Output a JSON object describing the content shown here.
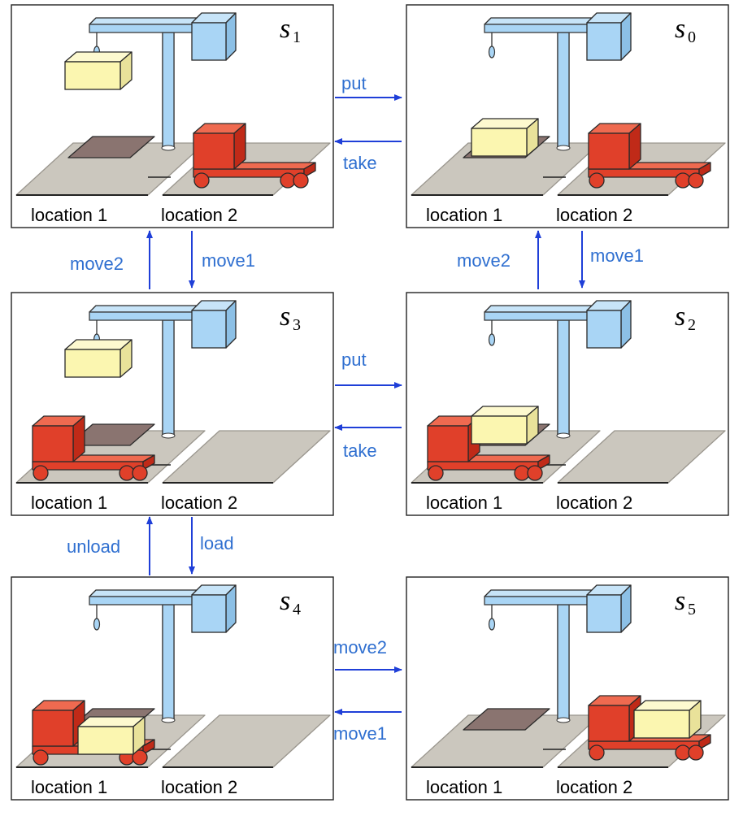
{
  "colors": {
    "crane": "#a9d5f5",
    "crane_stroke": "#3a3a3a",
    "platform": "#cbc7be",
    "pallet": "#8a7470",
    "truck": "#e0402a",
    "truck_dark": "#c02a18",
    "container": "#fbf6b0",
    "arrow": "#1f3fd8",
    "label": "#2f6fd0"
  },
  "states": [
    {
      "name": "s",
      "sub": "1",
      "loc1_label": "location 1",
      "loc2_label": "location 2",
      "container": "hook",
      "truck": "loc2"
    },
    {
      "name": "s",
      "sub": "0",
      "loc1_label": "location 1",
      "loc2_label": "location 2",
      "container": "pallet",
      "truck": "loc2"
    },
    {
      "name": "s",
      "sub": "3",
      "loc1_label": "location 1",
      "loc2_label": "location 2",
      "container": "hook",
      "truck": "loc1"
    },
    {
      "name": "s",
      "sub": "2",
      "loc1_label": "location 1",
      "loc2_label": "location 2",
      "container": "pallet",
      "truck": "loc1"
    },
    {
      "name": "s",
      "sub": "4",
      "loc1_label": "location 1",
      "loc2_label": "location 2",
      "container": "truck",
      "truck": "loc1"
    },
    {
      "name": "s",
      "sub": "5",
      "loc1_label": "location 1",
      "loc2_label": "location 2",
      "container": "truck",
      "truck": "loc2"
    }
  ],
  "actions": {
    "put_top": "put",
    "take_top": "take",
    "move2_left": "move2",
    "move1_left": "move1",
    "move2_right": "move2",
    "move1_right": "move1",
    "put_mid": "put",
    "take_mid": "take",
    "unload": "unload",
    "load": "load",
    "move2_bottom": "move2",
    "move1_bottom": "move1"
  }
}
